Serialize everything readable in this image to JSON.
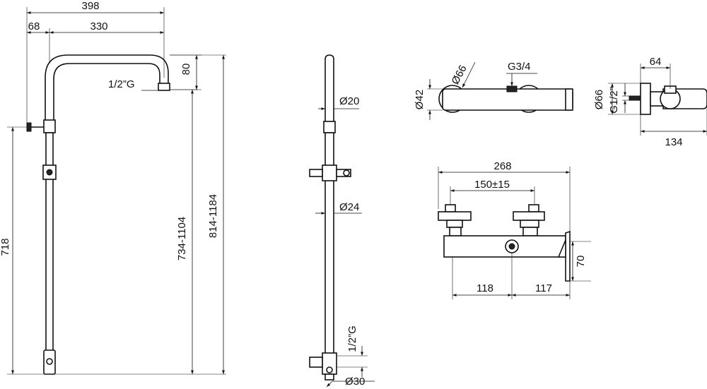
{
  "dimensions": {
    "total_width": "398",
    "offset_68": "68",
    "arm_330": "330",
    "drop_80": "80",
    "thread_half_inch": "1/2”G",
    "height_718": "718",
    "range_734_1104": "734-1104",
    "range_814_1184": "814-1184",
    "dia_20": "Ø20",
    "dia_24": "Ø24",
    "thread_side_half_inch": "1/2”G",
    "dia_30": "Ø30",
    "dia_66_top": "Ø66",
    "thread_g34": "G3/4",
    "dia_42": "Ø42",
    "dia_66_side": "Ø66",
    "thread_g1_2": "G1/2”",
    "depth_64": "64",
    "depth_134": "134",
    "width_268": "268",
    "centers_150": "150±15",
    "left_118": "118",
    "right_117": "117",
    "height_70": "70"
  }
}
